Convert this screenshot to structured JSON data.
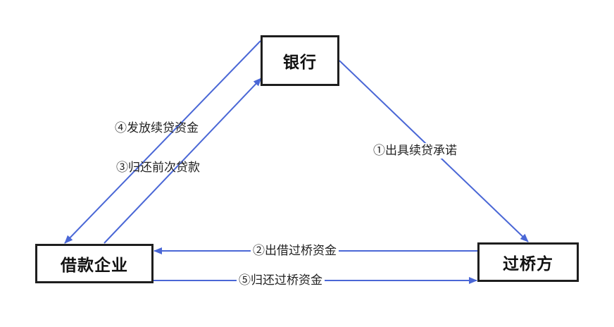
{
  "colors": {
    "arrow": "#4a67d6",
    "node_border": "#1e1e1e",
    "text": "#222222"
  },
  "nodes": {
    "bank": "银行",
    "borrower": "借款企业",
    "bridge": "过桥方"
  },
  "edges": [
    {
      "key": "e1",
      "from": "bank",
      "to": "bridge",
      "label": "①出具续贷承诺"
    },
    {
      "key": "e2",
      "from": "bridge",
      "to": "borrower",
      "label": "②出借过桥资金"
    },
    {
      "key": "e3",
      "from": "borrower",
      "to": "bank",
      "label": "③归还前次贷款"
    },
    {
      "key": "e4",
      "from": "bank",
      "to": "borrower",
      "label": "④发放续贷资金"
    },
    {
      "key": "e5",
      "from": "borrower",
      "to": "bridge",
      "label": "⑤归还过桥资金"
    }
  ]
}
